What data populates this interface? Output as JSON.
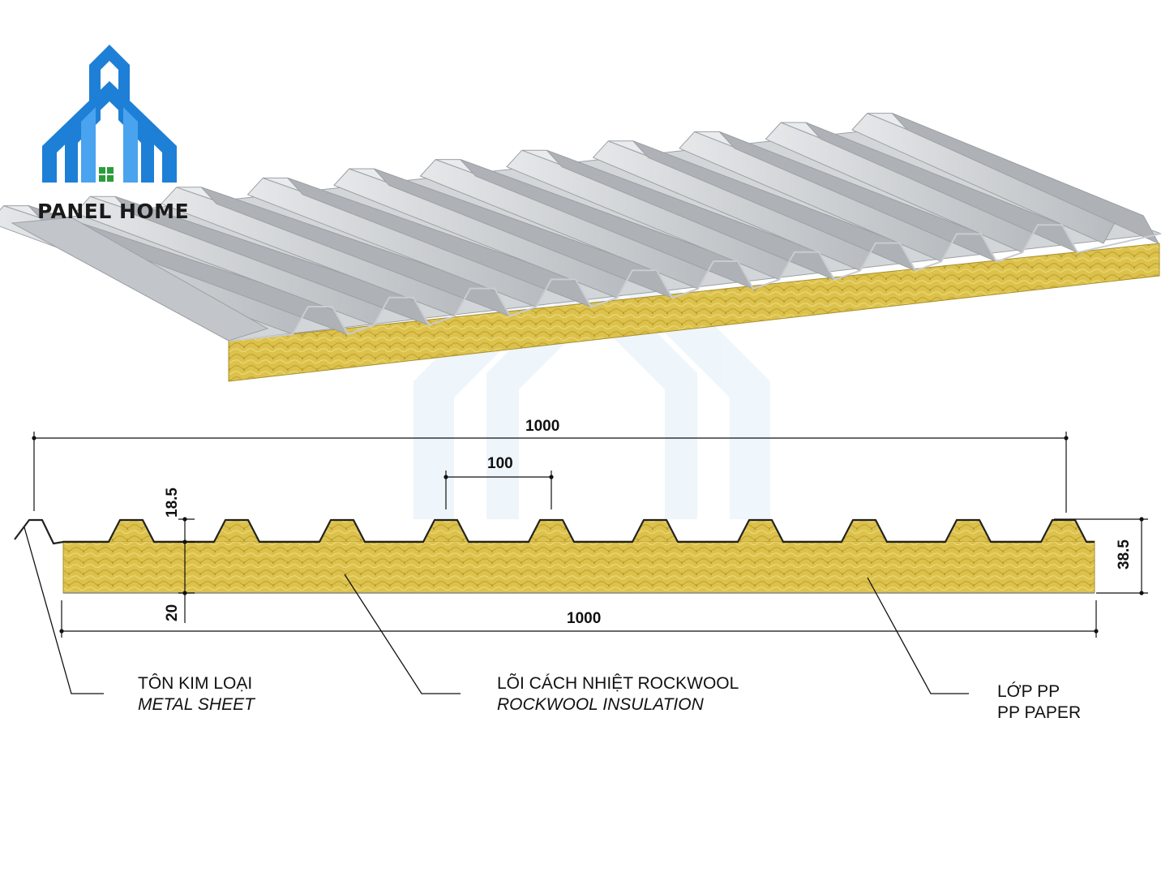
{
  "brand": {
    "name": "PANEL HOME",
    "colors": {
      "primary": "#1e7fd6",
      "accent": "#2a9d3a"
    }
  },
  "panel": {
    "metal_color": "#c9ccd0",
    "core_color": "#d9c04a"
  },
  "dimensions": {
    "top_width": "1000",
    "rib_pitch": "100",
    "rib_height": "18.5",
    "core_thickness": "20",
    "total_height": "38.5",
    "bottom_width": "1000"
  },
  "callouts": [
    {
      "vn": "TÔN KIM LOẠI",
      "en": "METAL SHEET"
    },
    {
      "vn": "LÕI CÁCH NHIỆT ROCKWOOL",
      "en": "ROCKWOOL INSULATION"
    },
    {
      "vn": "LỚP PP",
      "en": "PP PAPER"
    }
  ]
}
